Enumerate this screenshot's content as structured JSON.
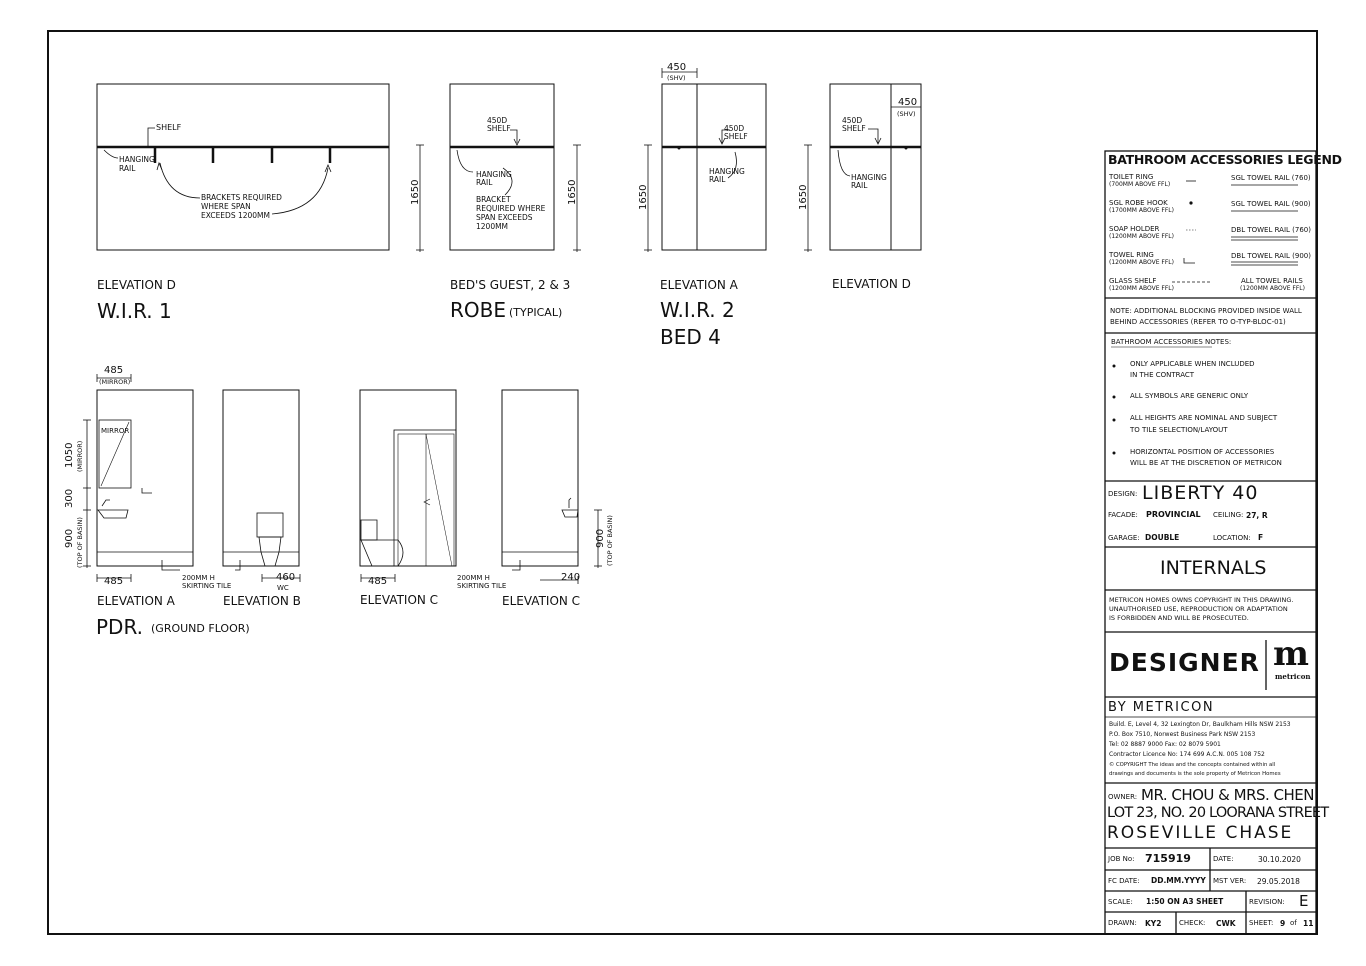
{
  "drawings": {
    "wir1": {
      "elevation": "ELEVATION D",
      "title": "W.I.R. 1",
      "notes": {
        "shelf": "SHELF",
        "hanging_rail": [
          "HANGING",
          "RAIL"
        ],
        "brackets": [
          "BRACKETS REQUIRED",
          "WHERE SPAN",
          "EXCEEDS 1200MM"
        ]
      }
    },
    "robe": {
      "elevation": "BED'S GUEST, 2 & 3",
      "title": "ROBE",
      "title_suffix": "(TYPICAL)",
      "height_dim": "1650",
      "notes": {
        "shelf": [
          "450D",
          "SHELF"
        ],
        "hanging_rail": [
          "HANGING",
          "RAIL"
        ],
        "bracket": [
          "BRACKET",
          "REQUIRED WHERE",
          "SPAN EXCEEDS",
          "1200MM"
        ]
      }
    },
    "wir2": {
      "elevation": "ELEVATION A",
      "title": "W.I.R. 2",
      "subtitle": "BED 4",
      "height_dim": "1650",
      "width_dim": "450",
      "width_note": "(SHV)",
      "notes": {
        "shelf": [
          "450D",
          "SHELF"
        ],
        "hanging_rail": [
          "HANGING",
          "RAIL"
        ]
      }
    },
    "wir2_d": {
      "elevation": "ELEVATION D",
      "height_dim": "1650",
      "width_dim": "450",
      "width_note": "(SHV)",
      "notes": {
        "shelf": [
          "450D",
          "SHELF"
        ],
        "hanging_rail": [
          "HANGING",
          "RAIL"
        ]
      }
    },
    "pdr": {
      "title": "PDR.",
      "title_suffix": "(GROUND FLOOR)",
      "elev_a": "ELEVATION A",
      "elev_b": "ELEVATION B",
      "elev_c1": "ELEVATION C",
      "elev_c2": "ELEVATION C",
      "mirror_dim": "485",
      "mirror_note": "(MIRROR)",
      "mirror_label": "MIRROR",
      "dim_1050": "1050",
      "dim_1050_note": "(MIRROR)",
      "dim_300": "300",
      "dim_900": "900",
      "dim_900_note": "(TOP OF BASIN)",
      "dim_485_a": "485",
      "dim_485_c": "485",
      "dim_460": "460",
      "wc_note": "WC",
      "dim_240": "240",
      "dim_900_c": "900",
      "dim_900_c_note": "(TOP OF BASIN)",
      "skirting_a": [
        "200MM H",
        "SKIRTING TILE"
      ],
      "skirting_c": [
        "200MM H",
        "SKIRTING TILE"
      ]
    }
  },
  "title_block": {
    "legend": {
      "heading": "BATHROOM ACCESSORIES LEGEND",
      "items_left": [
        {
          "name": "TOILET RING",
          "note": "(700MM ABOVE FFL)"
        },
        {
          "name": "SGL ROBE HOOK",
          "note": "(1700MM ABOVE FFL)"
        },
        {
          "name": "SOAP HOLDER",
          "note": "(1200MM ABOVE FFL)"
        },
        {
          "name": "TOWEL RING",
          "note": "(1200MM ABOVE FFL)"
        },
        {
          "name": "GLASS SHELF",
          "note": "(1200MM ABOVE FFL)"
        }
      ],
      "items_right": [
        {
          "name": "SGL TOWEL RAIL (760)"
        },
        {
          "name": "SGL TOWEL RAIL (900)"
        },
        {
          "name": "DBL TOWEL RAIL (760)"
        },
        {
          "name": "DBL TOWEL RAIL (900)"
        },
        {
          "name": "ALL TOWEL RAILS",
          "note": "(1200MM ABOVE FFL)"
        }
      ]
    },
    "blocking_note": [
      "NOTE: ADDITIONAL BLOCKING PROVIDED INSIDE WALL",
      "BEHIND ACCESSORIES (REFER TO O-TYP-BLOC-01)"
    ],
    "notes_heading": "BATHROOM ACCESSORIES NOTES:",
    "notes": [
      [
        "ONLY APPLICABLE WHEN INCLUDED",
        "IN THE CONTRACT"
      ],
      [
        "ALL SYMBOLS ARE GENERIC ONLY"
      ],
      [
        "ALL HEIGHTS ARE NOMINAL AND SUBJECT",
        "TO TILE SELECTION/LAYOUT"
      ],
      [
        "HORIZONTAL POSITION OF ACCESSORIES",
        "WILL BE AT THE DISCRETION OF METRICON"
      ]
    ],
    "design_label": "DESIGN:",
    "design": "LIBERTY 40",
    "facade_label": "FACADE:",
    "facade": "PROVINCIAL",
    "ceiling_label": "CEILING:",
    "ceiling": "27, R",
    "garage_label": "GARAGE:",
    "garage": "DOUBLE",
    "location_label": "LOCATION:",
    "location": "F",
    "sheet_title": "INTERNALS",
    "copyright": [
      "METRICON HOMES OWNS COPYRIGHT IN THIS DRAWING.",
      "UNAUTHORISED USE, REPRODUCTION OR ADAPTATION",
      "IS FORBIDDEN AND WILL BE PROSECUTED."
    ],
    "brand": "DESIGNER",
    "brand_sub": "BY METRICON",
    "logo_letter": "m",
    "logo_word": "metricon",
    "address": [
      "Build. E, Level 4, 32 Lexington Dr, Baulkham Hills NSW 2153",
      "P.O. Box 7510, Norwest Business Park NSW 2153",
      "Tel: 02 8887 9000    Fax: 02 8079 5901",
      "Contractor Licence No: 174 699 A.C.N. 005 108 752",
      "© COPYRIGHT The ideas and the concepts contained within all",
      "drawings and documents is the sole property of Metricon Homes"
    ],
    "owner_label": "OWNER:",
    "owner": "MR. CHOU & MRS. CHEN",
    "lot": "LOT 23, NO. 20 LOORANA STREET",
    "suburb": "ROSEVILLE CHASE",
    "job_label": "JOB No:",
    "job": "715919",
    "date_label": "DATE:",
    "date": "30.10.2020",
    "fc_label": "FC DATE:",
    "fc": "DD.MM.YYYY",
    "mst_label": "MST VER:",
    "mst": "29.05.2018",
    "scale_label": "SCALE:",
    "scale": "1:50 ON A3 SHEET",
    "revision_label": "REVISION:",
    "revision": "E",
    "drawn_label": "DRAWN:",
    "drawn": "KY2",
    "check_label": "CHECK:",
    "check": "CWK",
    "sheet_label": "SHEET:",
    "sheet": "9",
    "sheet_of": "of",
    "sheet_total": "11"
  }
}
